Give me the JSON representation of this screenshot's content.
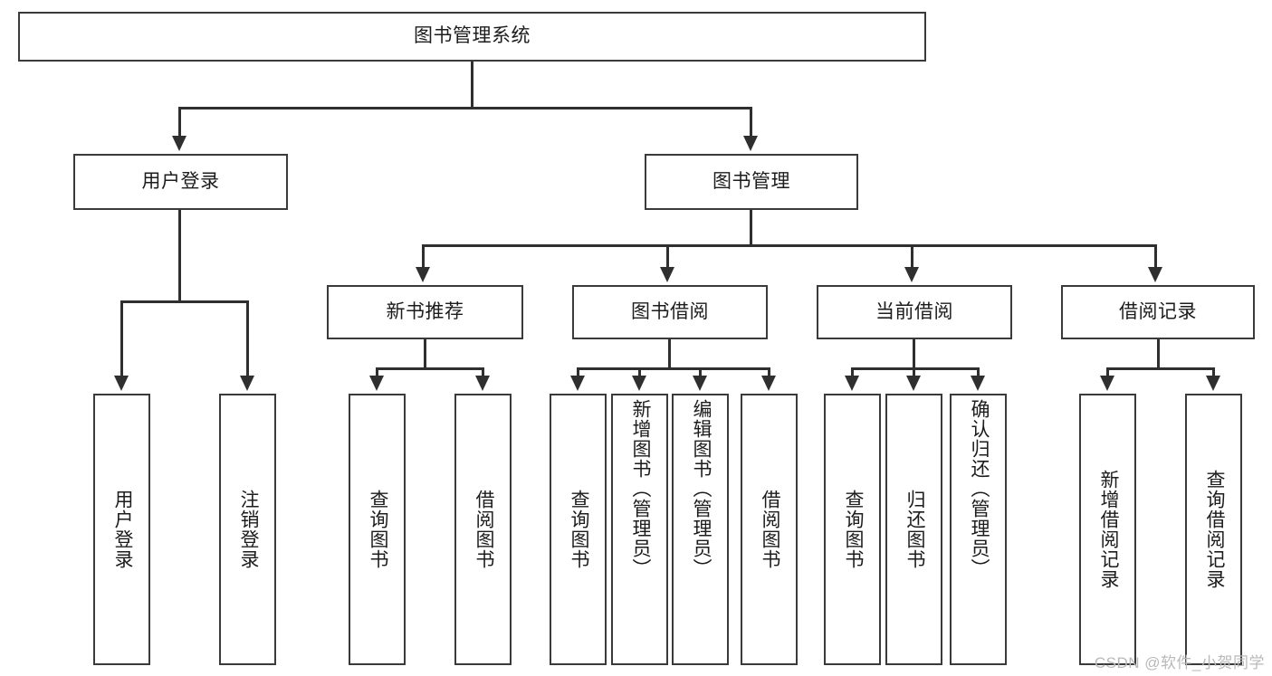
{
  "diagram": {
    "type": "tree-hierarchy",
    "title": "图书管理系统",
    "root": {
      "label": "图书管理系统"
    },
    "level2": [
      {
        "label": "用户登录"
      },
      {
        "label": "图书管理"
      }
    ],
    "level3": [
      {
        "label": "新书推荐"
      },
      {
        "label": "图书借阅"
      },
      {
        "label": "当前借阅"
      },
      {
        "label": "借阅记录"
      }
    ],
    "leaves": {
      "user_login": [
        {
          "label": "用户登录"
        },
        {
          "label": "注销登录"
        }
      ],
      "new_book_recommend": [
        {
          "label": "查询图书"
        },
        {
          "label": "借阅图书"
        }
      ],
      "book_borrow": [
        {
          "label": "查询图书"
        },
        {
          "label": "新增图书（管理员）"
        },
        {
          "label": "编辑图书（管理员）"
        },
        {
          "label": "借阅图书"
        }
      ],
      "current_borrow": [
        {
          "label": "查询图书"
        },
        {
          "label": "归还图书"
        },
        {
          "label": "确认归还（管理员）"
        }
      ],
      "borrow_record": [
        {
          "label": "新增借阅记录"
        },
        {
          "label": "查询借阅记录"
        }
      ]
    }
  },
  "watermark": {
    "text": "CSDN @软件_小贺同学"
  },
  "colors": {
    "box_border": "#3a3a3a",
    "line": "#2f2f2f",
    "text": "#1c1c1c",
    "background": "#ffffff",
    "watermark": "#b9b9b9"
  }
}
